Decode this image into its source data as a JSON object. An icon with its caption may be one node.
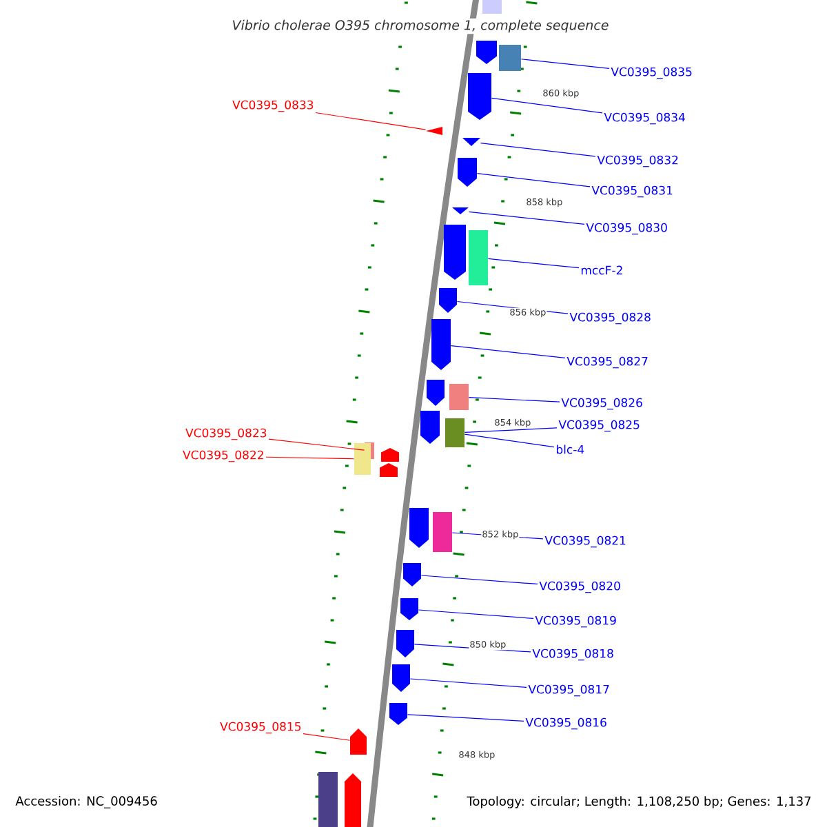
{
  "diagram": {
    "title": "Vibrio cholerae O395 chromosome 1, complete sequence",
    "nodes": [
      {
        "text": [],
        "shape": "box"
      },
      {
        "text": [],
        "shape": "pentagon"
      },
      {
        "text": [],
        "shape": "box"
      },
      {
        "text": [
          "VC0395_0835"
        ]
      },
      {
        "text": [],
        "shape": "pentagon"
      },
      {
        "text": [
          "VC0395_0834"
        ]
      },
      {
        "text": [
          "VC0395_0833"
        ]
      },
      {
        "text": [],
        "shape": "triangle"
      },
      {
        "text": [],
        "shape": "triangle"
      },
      {
        "text": [
          "VC0395_0832"
        ]
      },
      {
        "text": [],
        "shape": "pentagon"
      },
      {
        "text": [
          "VC0395_0831"
        ]
      },
      {
        "text": [],
        "shape": "triangle"
      },
      {
        "text": [
          "VC0395_0830"
        ]
      },
      {
        "text": [],
        "shape": "pentagon"
      },
      {
        "text": [],
        "shape": "box"
      },
      {
        "text": [
          "mccF-2"
        ]
      },
      {
        "text": [],
        "shape": "pentagon"
      },
      {
        "text": [
          "VC0395_0828"
        ]
      },
      {
        "text": [],
        "shape": "pentagon"
      },
      {
        "text": [
          "VC0395_0827"
        ]
      },
      {
        "text": [],
        "shape": "pentagon"
      },
      {
        "text": [],
        "shape": "box"
      },
      {
        "text": [
          "VC0395_0826"
        ]
      },
      {
        "text": [],
        "shape": "pentagon"
      },
      {
        "text": [],
        "shape": "box"
      },
      {
        "text": [
          "VC0395_0825"
        ]
      },
      {
        "text": [
          "blc-4"
        ]
      },
      {
        "text": [
          "VC0395_0823"
        ]
      },
      {
        "text": [
          "VC0395_0822"
        ]
      },
      {
        "text": [],
        "shape": "box"
      },
      {
        "text": [],
        "shape": "box"
      },
      {
        "text": [],
        "shape": "pentagon"
      },
      {
        "text": [],
        "shape": "pentagon"
      },
      {
        "text": [],
        "shape": "pentagon"
      },
      {
        "text": [],
        "shape": "box"
      },
      {
        "text": [
          "VC0395_0821"
        ]
      },
      {
        "text": [],
        "shape": "pentagon"
      },
      {
        "text": [
          "VC0395_0820"
        ]
      },
      {
        "text": [],
        "shape": "pentagon"
      },
      {
        "text": [
          "VC0395_0819"
        ]
      },
      {
        "text": [],
        "shape": "pentagon"
      },
      {
        "text": [
          "VC0395_0818"
        ]
      },
      {
        "text": [],
        "shape": "pentagon"
      },
      {
        "text": [
          "VC0395_0817"
        ]
      },
      {
        "text": [],
        "shape": "pentagon"
      },
      {
        "text": [
          "VC0395_0816"
        ]
      },
      {
        "text": [
          "VC0395_0815"
        ]
      },
      {
        "text": [],
        "shape": "pentagon"
      },
      {
        "text": [],
        "shape": "box"
      },
      {
        "text": [],
        "shape": "pentagon"
      }
    ],
    "edges": [
      {
        "from": 3,
        "to": 2,
        "arrow": "none"
      },
      {
        "from": 5,
        "to": 4,
        "arrow": "none"
      },
      {
        "from": 6,
        "to": 7,
        "arrow": "none",
        "color": "#ff0000"
      },
      {
        "from": 9,
        "to": 8,
        "arrow": "none"
      },
      {
        "from": 11,
        "to": 10,
        "arrow": "none"
      },
      {
        "from": 13,
        "to": 12,
        "arrow": "none"
      },
      {
        "from": 16,
        "to": 15,
        "arrow": "none"
      },
      {
        "from": 18,
        "to": 17,
        "arrow": "none"
      },
      {
        "from": 20,
        "to": 19,
        "arrow": "none"
      },
      {
        "from": 23,
        "to": 22,
        "arrow": "none"
      },
      {
        "from": 26,
        "to": 25,
        "arrow": "none"
      },
      {
        "from": 27,
        "to": 25,
        "arrow": "none"
      },
      {
        "from": 28,
        "to": 30,
        "arrow": "none",
        "color": "#ff0000"
      },
      {
        "from": 29,
        "to": 31,
        "arrow": "none",
        "color": "#ff0000"
      },
      {
        "from": 36,
        "to": 35,
        "arrow": "none"
      },
      {
        "from": 38,
        "to": 37,
        "arrow": "none"
      },
      {
        "from": 40,
        "to": 39,
        "arrow": "none"
      },
      {
        "from": 42,
        "to": 41,
        "arrow": "none"
      },
      {
        "from": 44,
        "to": 43,
        "arrow": "none"
      },
      {
        "from": 46,
        "to": 45,
        "arrow": "none"
      },
      {
        "from": 47,
        "to": 48,
        "arrow": "none",
        "color": "#ff0000"
      }
    ],
    "labels": [
      "860 kbp",
      "858 kbp",
      "856 kbp",
      "854 kbp",
      "852 kbp",
      "850 kbp",
      "848 kbp",
      "Accession: NC_009456",
      "Topology: circular; Length: 1,108,250 bp; Genes: 1,137"
    ]
  }
}
